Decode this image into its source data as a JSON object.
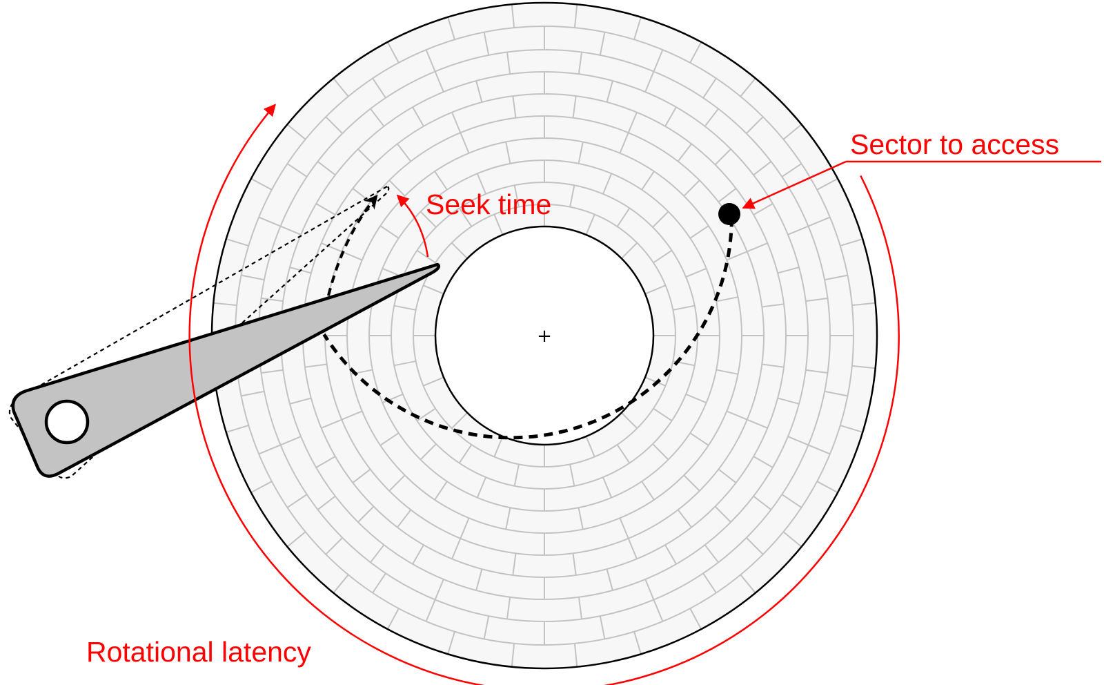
{
  "labels": {
    "sector": "Sector to access",
    "seek": "Seek time",
    "rotational": "Rotational latency"
  },
  "colors": {
    "annotation": "#ff0000",
    "platter_fill": "#f7f7f7",
    "grid_line": "#c2c2c2",
    "arm_fill": "#c3c3c3",
    "outline": "#000000"
  },
  "center_symbol": "+",
  "icons": {
    "arm": "actuator-arm-icon",
    "pivot": "arm-pivot-icon",
    "sector": "target-sector-icon"
  }
}
